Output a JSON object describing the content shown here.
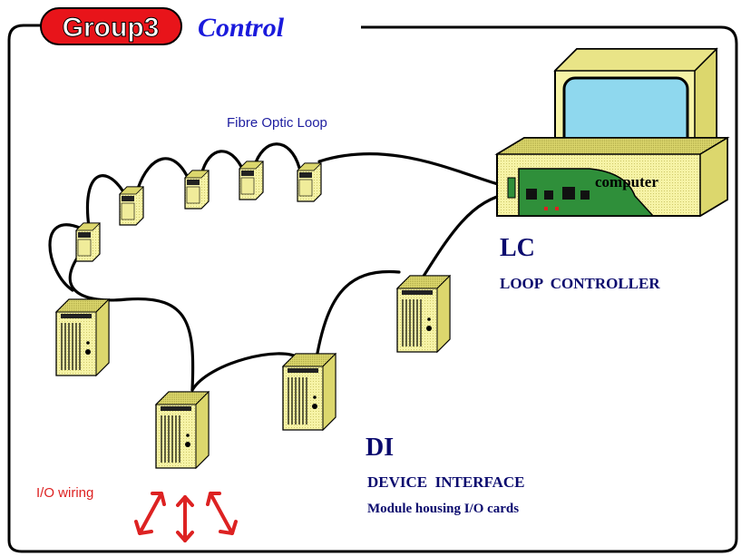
{
  "header": {
    "group_badge": "Group3",
    "title": "Control"
  },
  "labels": {
    "fibre_loop": "Fibre Optic Loop",
    "computer": "computer",
    "lc_abbr": "LC",
    "lc_full": "LOOP  CONTROLLER",
    "di_abbr": "DI",
    "di_full": "DEVICE  INTERFACE",
    "di_desc": "Module housing I/O cards",
    "io_wiring": "I/O wiring"
  },
  "colors": {
    "badge_red": "#e8141a",
    "title_blue": "#1a1adc",
    "heading_navy": "#0a0a6e",
    "label_blue": "#1e1ea0",
    "io_red": "#dd2222",
    "module_yellow": "#f6f3a6",
    "module_dark": "#d9d56a",
    "screen_cyan": "#8fd8ee",
    "board_green": "#2f8f3a"
  },
  "icons": {
    "module": "device-interface-module-icon",
    "computer": "computer-icon",
    "arrows": "double-headed-arrow-icon"
  }
}
